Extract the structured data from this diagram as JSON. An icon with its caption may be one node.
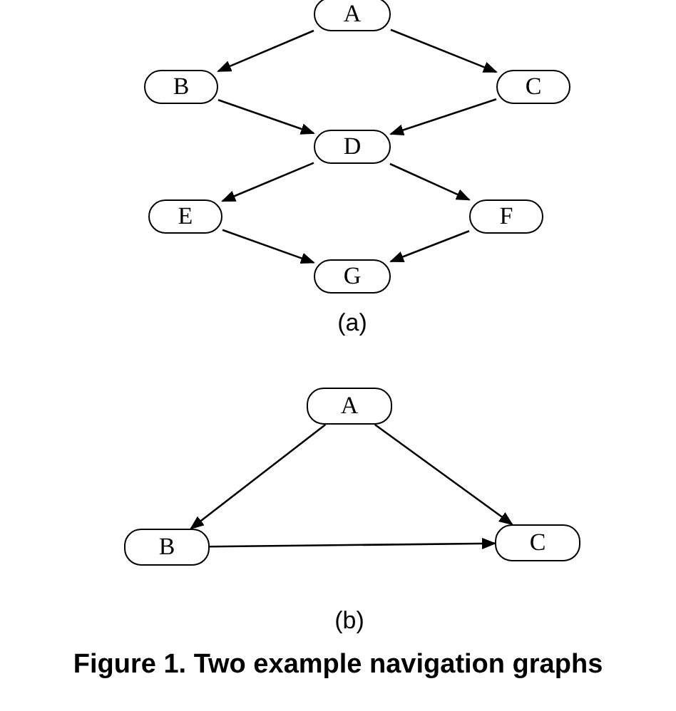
{
  "diagram": {
    "caption": "Figure 1. Two example navigation graphs",
    "nodes": [
      {
        "text": [
          "A"
        ]
      },
      {
        "text": [
          "B"
        ]
      },
      {
        "text": [
          "C"
        ]
      },
      {
        "text": [
          "D"
        ]
      },
      {
        "text": [
          "E"
        ]
      },
      {
        "text": [
          "F"
        ]
      },
      {
        "text": [
          "G"
        ]
      },
      {
        "text": [
          "A"
        ]
      },
      {
        "text": [
          "B"
        ]
      },
      {
        "text": [
          "C"
        ]
      }
    ],
    "edges": [
      {
        "from": 0,
        "to": 1,
        "arrow": "to"
      },
      {
        "from": 0,
        "to": 2,
        "arrow": "to"
      },
      {
        "from": 1,
        "to": 3,
        "arrow": "to"
      },
      {
        "from": 2,
        "to": 3,
        "arrow": "to"
      },
      {
        "from": 3,
        "to": 4,
        "arrow": "to"
      },
      {
        "from": 3,
        "to": 5,
        "arrow": "to"
      },
      {
        "from": 4,
        "to": 6,
        "arrow": "to"
      },
      {
        "from": 5,
        "to": 6,
        "arrow": "to"
      },
      {
        "from": 7,
        "to": 8,
        "arrow": "to"
      },
      {
        "from": 7,
        "to": 9,
        "arrow": "to"
      },
      {
        "from": 8,
        "to": 9,
        "arrow": "to"
      }
    ],
    "labels": [
      "(a)",
      "(b)"
    ]
  }
}
